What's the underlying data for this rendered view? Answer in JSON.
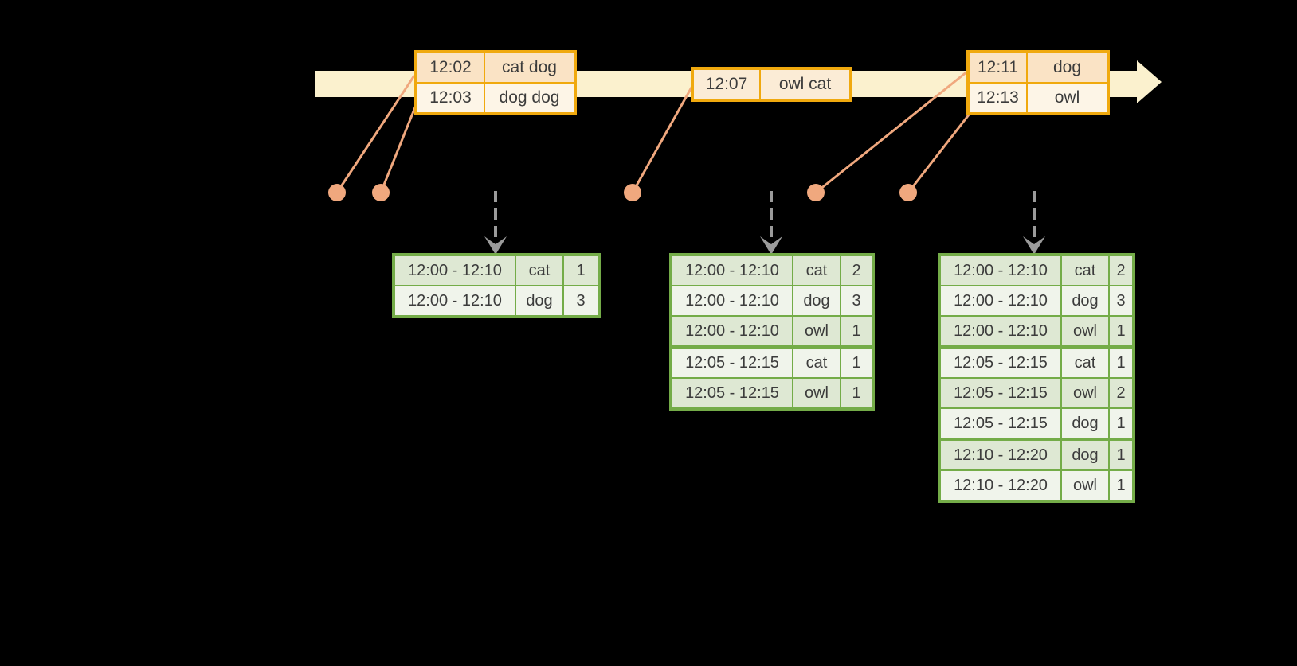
{
  "diagram": {
    "kind": "streaming windowed word-count timeline diagram",
    "background": "#000000"
  },
  "colors": {
    "timeline_fill": "#fbf1ce",
    "event_table_border": "#f0a90e",
    "event_row_dark": "#fae3c5",
    "event_row_light": "#fdf5e7",
    "event_row_single": "#fbecd6",
    "connector_and_dot": "#f0a87e",
    "trigger_arrow": "#9b9b9b",
    "result_table_border": "#74ac48",
    "result_row_dark": "#dee8d3",
    "result_row_light": "#f0f4eb",
    "text": "#3c3c3c"
  },
  "icons": {
    "timeline_arrow": "rightward block arrow",
    "event_dot": "filled circle marker",
    "trigger_arrow": "dashed downward arrow"
  },
  "event_tables": [
    {
      "rows": [
        [
          "12:02",
          "cat dog"
        ],
        [
          "12:03",
          "dog dog"
        ]
      ]
    },
    {
      "rows": [
        [
          "12:07",
          "owl cat"
        ]
      ]
    },
    {
      "rows": [
        [
          "12:11",
          "dog"
        ],
        [
          "12:13",
          "owl"
        ]
      ]
    }
  ],
  "result_tables": [
    {
      "rows": [
        [
          "12:00 - 12:10",
          "cat",
          "1"
        ],
        [
          "12:00 - 12:10",
          "dog",
          "3"
        ]
      ]
    },
    {
      "rows": [
        [
          "12:00 - 12:10",
          "cat",
          "2"
        ],
        [
          "12:00 - 12:10",
          "dog",
          "3"
        ],
        [
          "12:00 - 12:10",
          "owl",
          "1"
        ],
        [
          "12:05 - 12:15",
          "cat",
          "1"
        ],
        [
          "12:05 - 12:15",
          "owl",
          "1"
        ]
      ]
    },
    {
      "rows": [
        [
          "12:00 - 12:10",
          "cat",
          "2"
        ],
        [
          "12:00 - 12:10",
          "dog",
          "3"
        ],
        [
          "12:00 - 12:10",
          "owl",
          "1"
        ],
        [
          "12:05 - 12:15",
          "cat",
          "1"
        ],
        [
          "12:05 - 12:15",
          "owl",
          "2"
        ],
        [
          "12:05 - 12:15",
          "dog",
          "1"
        ],
        [
          "12:10 - 12:20",
          "dog",
          "1"
        ],
        [
          "12:10 - 12:20",
          "owl",
          "1"
        ]
      ]
    }
  ]
}
